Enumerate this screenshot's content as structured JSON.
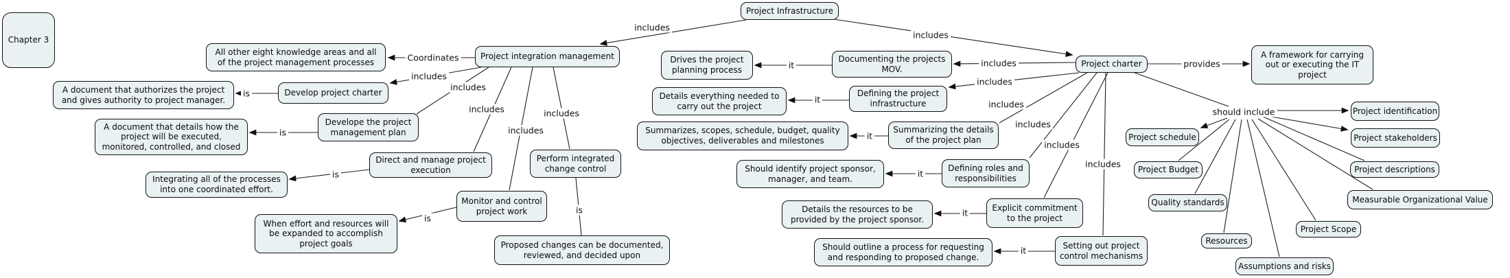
{
  "title": "Project Infrastructure concept map - Chapter 3",
  "colors": {
    "background": "#ffffff",
    "node_fill": "#e9f1f3",
    "node_border": "#101010",
    "line": "#1f1f1f"
  },
  "nodes": {
    "chapter3": {
      "label": "Chapter 3"
    },
    "project_infrastructure": {
      "label": "Project Infrastructure"
    },
    "project_integration_management": {
      "label": "Project integration management"
    },
    "all_other_knowledge_areas": {
      "label": "All other eight knowledge areas and all of the project management processes"
    },
    "document_authorizes": {
      "label": "A document that authorizes the project and gives authority to project manager."
    },
    "develop_project_charter": {
      "label": "Develop project charter"
    },
    "document_details_how": {
      "label": "A document that details how the project will be executed, monitored, controlled, and closed"
    },
    "develope_project_management_plan": {
      "label": "Develope the project management plan"
    },
    "integrating_processes": {
      "label": "Integrating all of the processes into one coordinated effort."
    },
    "direct_and_manage": {
      "label": "Direct and manage project execution"
    },
    "monitor_and_control": {
      "label": "Monitor and control project work"
    },
    "when_effort_resources": {
      "label": "When effort and resources will be expanded to accomplish project goals"
    },
    "perform_integrated_change_control": {
      "label": "Perform integrated change control"
    },
    "proposed_changes": {
      "label": "Proposed changes can be documented, reviewed, and decided upon"
    },
    "drives_planning": {
      "label": "Drives the project planning process"
    },
    "documenting_mov": {
      "label": "Documenting the projects MOV."
    },
    "details_everything": {
      "label": "Details everything needed to carry out the project"
    },
    "defining_infrastructure": {
      "label": "Defining the project infrastructure"
    },
    "summarizes_scopes": {
      "label": "Summarizes, scopes, schedule, budget, quality objectives, deliverables and milestones"
    },
    "summarizing_details": {
      "label": "Summarizing the details of the project plan"
    },
    "should_identify_sponsor": {
      "label": "Should identify project sponsor, manager, and team."
    },
    "defining_roles": {
      "label": "Defining roles and responsibilities"
    },
    "details_resources": {
      "label": "Details the resources to be provided by the project sponsor."
    },
    "explicit_commitment": {
      "label": "Explicit commitment to the project"
    },
    "should_outline_process": {
      "label": "Should outline a process for requesting and responding to proposed change."
    },
    "setting_out_control": {
      "label": "Setting out project control mechanisms"
    },
    "project_charter": {
      "label": "Project charter"
    },
    "framework": {
      "label": "A framework for carrying out or executing the IT project"
    },
    "project_schedule": {
      "label": "Project schedule"
    },
    "project_identification": {
      "label": "Project identification"
    },
    "project_stakeholders": {
      "label": "Project stakeholders"
    },
    "project_budget": {
      "label": "Project Budget"
    },
    "quality_standards": {
      "label": "Quality standards"
    },
    "resources": {
      "label": "Resources"
    },
    "assumptions_risks": {
      "label": "Assumptions and risks"
    },
    "project_scope": {
      "label": "Project Scope"
    },
    "measurable_organizational_value": {
      "label": "Measurable Organizational Value"
    },
    "project_descriptions": {
      "label": "Project descriptions"
    }
  },
  "link_labels": {
    "includes": "includes",
    "is": "is",
    "it": "it",
    "coordinates": "Coordinates",
    "provides": "provides",
    "should_include": "should include"
  }
}
